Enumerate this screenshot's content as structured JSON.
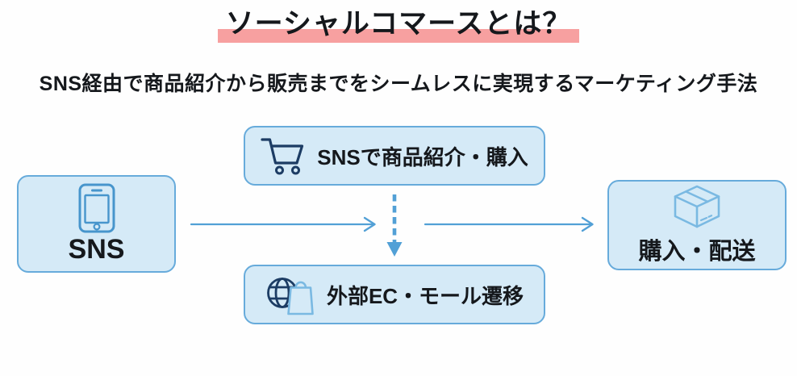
{
  "header": {
    "title": "ソーシャルコマースとは？",
    "subtitle": "SNS経由で商品紹介から販売までをシームレスに実現するマーケティング手法"
  },
  "diagram": {
    "sns_node": {
      "label": "SNS",
      "icon": "smartphone-icon"
    },
    "direct_node": {
      "label": "SNSで商品紹介・購入",
      "icon": "shopping-cart-icon"
    },
    "external_node": {
      "label": "外部EC・モール遷移",
      "icon": "globe-shopping-bag-icon"
    },
    "delivery_node": {
      "label": "購入・配送",
      "icon": "package-box-icon"
    }
  },
  "colors": {
    "title_highlight": "#F7A0A0",
    "node_fill": "#D5EAF7",
    "node_border": "#67ABDB",
    "arrow": "#52A0D6",
    "icon_dark_navy": "#1C3C64",
    "icon_medium_blue": "#4795CC",
    "icon_light_blue": "#7AB9E2",
    "text_dark": "#15181C"
  }
}
